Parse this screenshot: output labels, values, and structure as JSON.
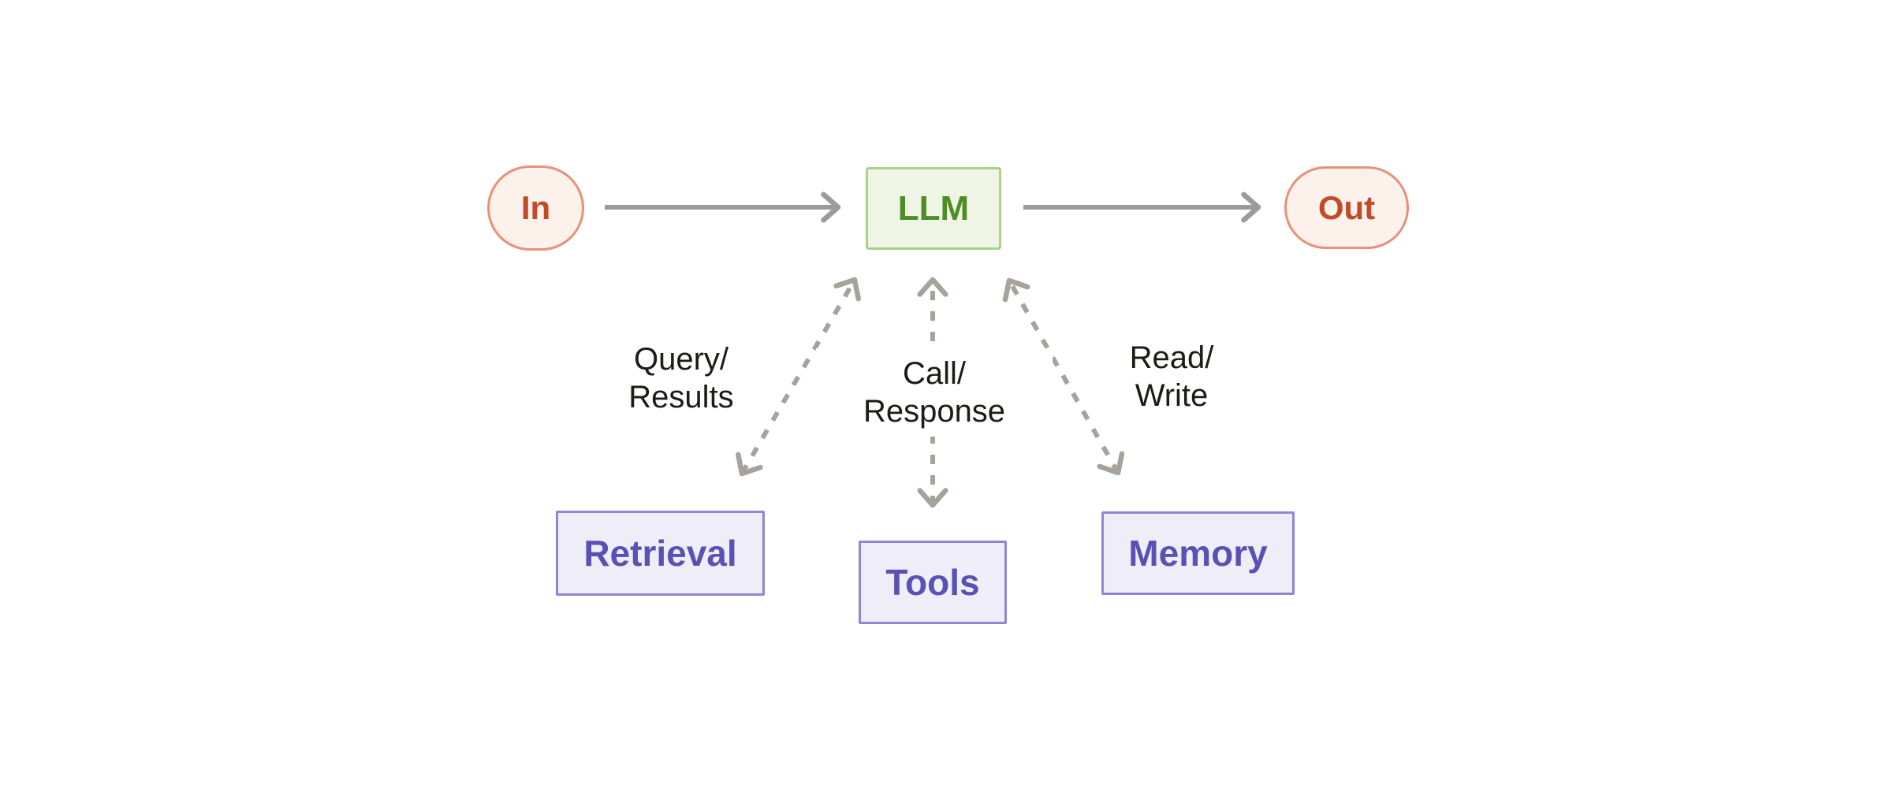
{
  "diagram": {
    "nodes": {
      "in": {
        "label": "In"
      },
      "llm": {
        "label": "LLM"
      },
      "out": {
        "label": "Out"
      },
      "retrieval": {
        "label": "Retrieval"
      },
      "tools": {
        "label": "Tools"
      },
      "memory": {
        "label": "Memory"
      }
    },
    "edge_labels": {
      "query_results": {
        "line1": "Query/",
        "line2": "Results"
      },
      "call_response": {
        "line1": "Call/",
        "line2": "Response"
      },
      "read_write": {
        "line1": "Read/",
        "line2": "Write"
      }
    }
  },
  "theme": {
    "bg": "#ffffff",
    "arrow-solid": "#9b9b9b",
    "arrow-dashed": "#a6a29c",
    "inout-border": "#e8907a",
    "inout-fill": "#fdf1ec",
    "inout-text": "#bf4b27",
    "llm-border": "#a9d189",
    "llm-fill": "#eef5e5",
    "llm-text": "#4f8c28",
    "module-border": "#8d86d7",
    "module-fill": "#efeef8",
    "module-text": "#5b51b5",
    "label-text": "#1d1b17"
  }
}
